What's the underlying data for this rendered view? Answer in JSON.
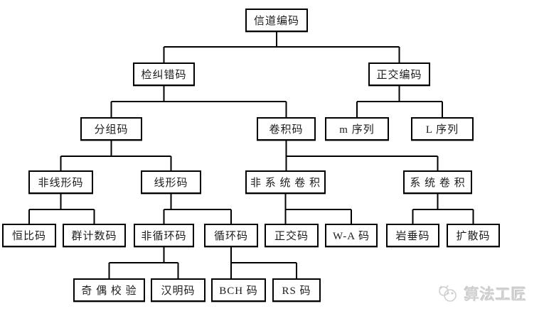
{
  "diagram": {
    "title_node": "信道编码",
    "nodes": {
      "channel_coding": "信道编码",
      "error_correction": "检纠错码",
      "orthogonal_coding": "正交编码",
      "block_code": "分组码",
      "convolutional_code": "卷积码",
      "m_sequence": "m 序列",
      "l_sequence": "L 序列",
      "nonlinear_code": "非线形码",
      "linear_code": "线形码",
      "nonsystematic_conv": "非 系 统 卷 积",
      "systematic_conv": "系 统 卷 积",
      "constant_ratio_code": "恒比码",
      "group_count_code": "群计数码",
      "noncyclic_code": "非循环码",
      "cyclic_code": "循环码",
      "orthogonal_code": "正交码",
      "wa_code": "W-A 码",
      "iwadare_code": "岩垂码",
      "diffusion_code": "扩散码",
      "parity_check": "奇 偶 校 验",
      "hamming_code": "汉明码",
      "bch_code": "BCH 码",
      "rs_code": "RS 码"
    },
    "edges": [
      {
        "from": "信道编码",
        "to": [
          "检纠错码",
          "正交编码"
        ]
      },
      {
        "from": "检纠错码",
        "to": [
          "分组码",
          "卷积码"
        ]
      },
      {
        "from": "正交编码",
        "to": [
          "m 序列",
          "L 序列"
        ]
      },
      {
        "from": "分组码",
        "to": [
          "非线形码",
          "线形码"
        ]
      },
      {
        "from": "卷积码",
        "to": [
          "非系统卷积",
          "系统卷积"
        ]
      },
      {
        "from": "非线形码",
        "to": [
          "恒比码",
          "群计数码"
        ]
      },
      {
        "from": "线形码",
        "to": [
          "非循环码",
          "循环码"
        ]
      },
      {
        "from": "非系统卷积",
        "to": [
          "正交码",
          "W-A 码"
        ]
      },
      {
        "from": "系统卷积",
        "to": [
          "岩垂码",
          "扩散码"
        ]
      },
      {
        "from": "非循环码",
        "to": [
          "奇偶校验",
          "汉明码"
        ]
      },
      {
        "from": "循环码",
        "to": [
          "BCH 码",
          "RS 码"
        ]
      }
    ],
    "line_color": "#000000",
    "box_fill": "#ffffff"
  },
  "watermark": {
    "label": "算法工匠"
  }
}
